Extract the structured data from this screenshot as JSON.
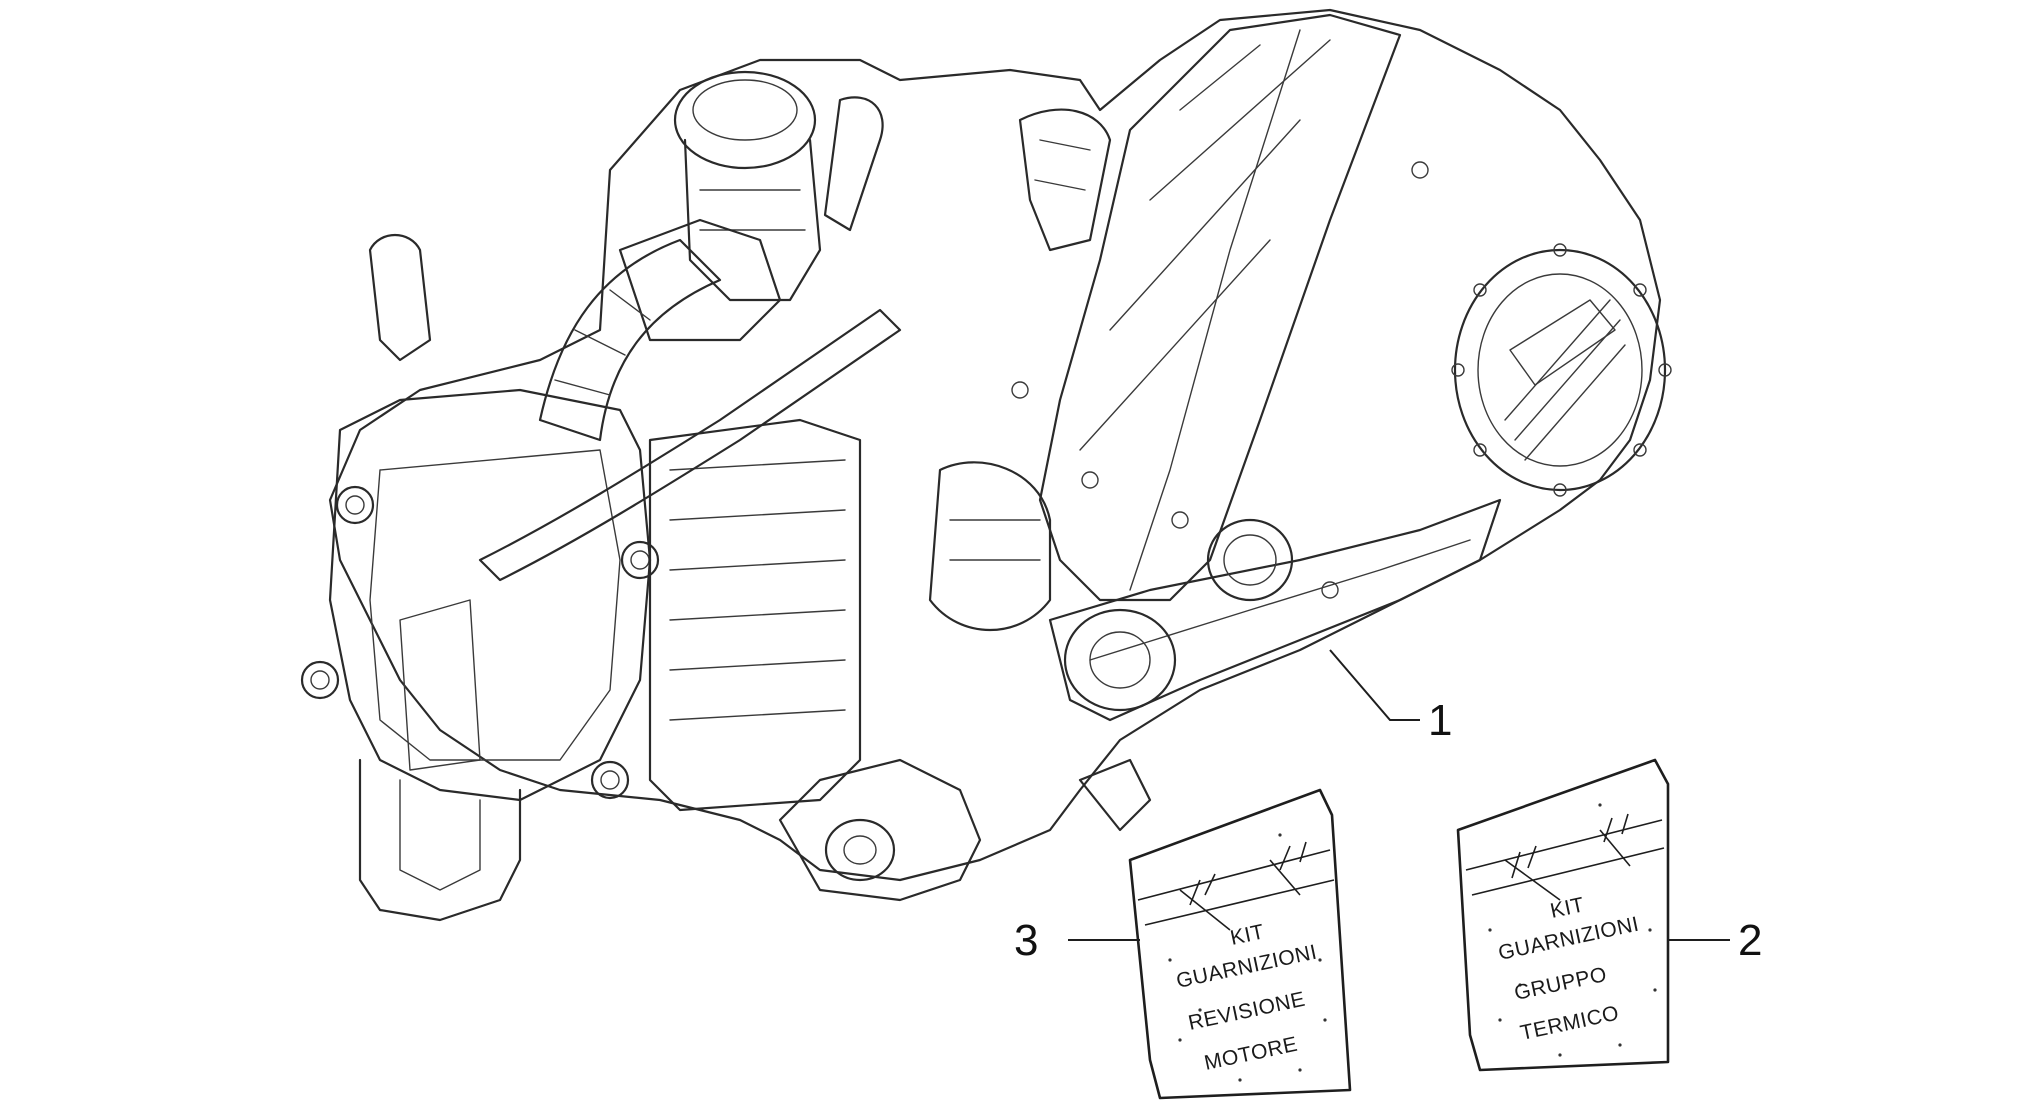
{
  "callouts": [
    {
      "number": "1",
      "refers_to": "engine"
    },
    {
      "number": "2",
      "refers_to": "kit-gruppo-termico"
    },
    {
      "number": "3",
      "refers_to": "kit-revisione-motore"
    }
  ],
  "kits": {
    "revisione": {
      "lines": [
        "KIT",
        "GUARNIZIONI",
        "REVISIONE",
        "MOTORE"
      ]
    },
    "termico": {
      "lines": [
        "KIT",
        "GUARNIZIONI",
        "GRUPPO",
        "TERMICO"
      ]
    }
  },
  "colors": {
    "line": "#2a2a2a",
    "background": "#ffffff"
  }
}
